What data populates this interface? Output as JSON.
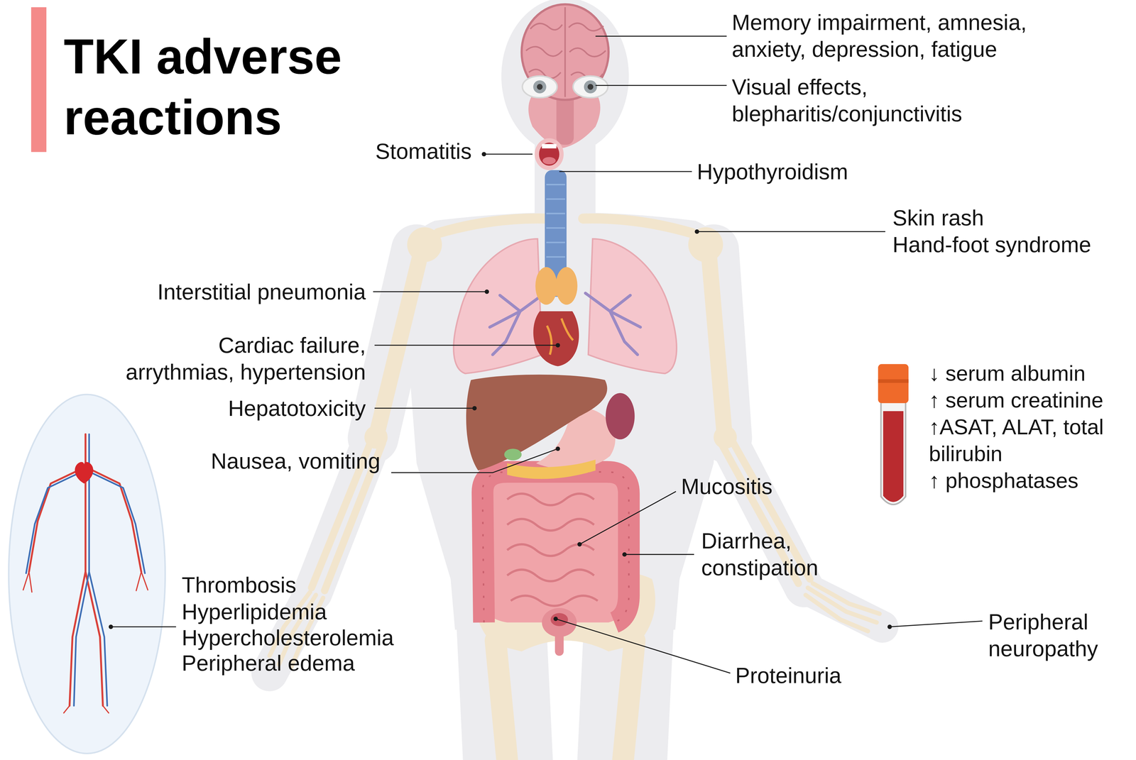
{
  "diagram": {
    "title": "TKI adverse reactions",
    "labels": [
      "Memory impairment, amnesia, anxiety, depression, fatigue",
      "Visual effects, blepharitis/conjunctivitis",
      "Stomatitis",
      "Hypothyroidism",
      "Skin rash",
      "Hand-foot syndrome",
      "Interstitial pneumonia",
      "Cardiac failure, arrythmias, hypertension",
      "Hepatotoxicity",
      "Nausea, vomiting",
      "Mucositis",
      "Diarrhea, constipation",
      "↓ serum albumin",
      "↑ serum creatinine",
      "↑ASAT, ALAT, total bilirubin",
      "↑ phosphatases",
      "Thrombosis",
      "Hyperlipidemia",
      "Hypercholesterolemia",
      "Peripheral edema",
      "Proteinuria",
      "Peripheral neuropathy"
    ]
  }
}
